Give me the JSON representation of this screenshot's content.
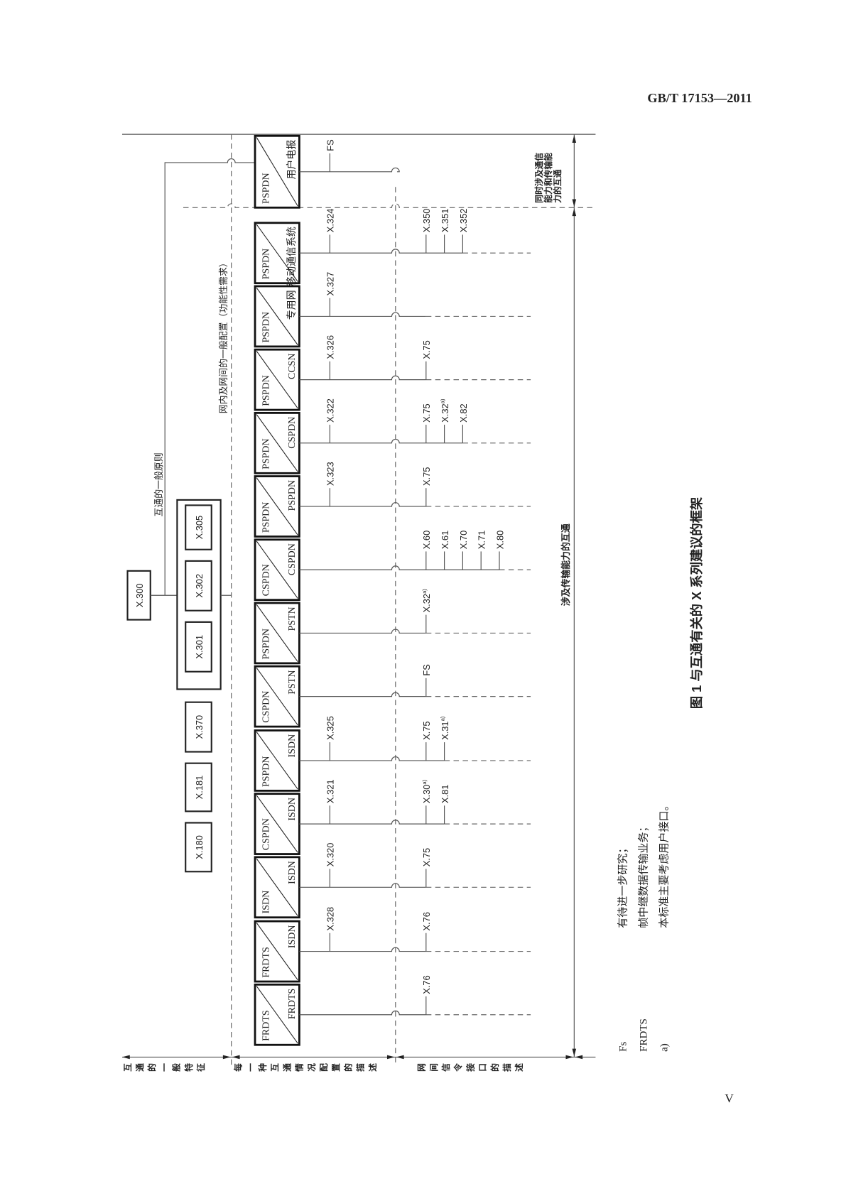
{
  "header": {
    "standard_no": "GB/T 17153—2011"
  },
  "diagram": {
    "general_principles_label": "互通的一般原则",
    "config_label": "网内及网间的一般配置（功能性需求）",
    "transmission_label": "涉及传输能力的互通",
    "comm_transmission_label": [
      "同时涉及通信",
      "能力和传输能",
      "力的互通"
    ],
    "top_box": "X.300",
    "group_boxes": [
      "X.305",
      "X.302",
      "X.301"
    ],
    "standalone_boxes": [
      "X.370",
      "X.181",
      "X.180"
    ],
    "row_labels": [
      "互通的一般特征",
      "每一种互通情况配置的描述",
      "网间信令接口的描述"
    ],
    "pairs": [
      {
        "a": "PSPDN",
        "b": "用户电报",
        "upper": [
          "FS"
        ],
        "lower": []
      },
      {
        "a": "PSPDN",
        "b": "移动通信系统",
        "upper": [
          "X.324"
        ],
        "lower": [
          {
            "t": "X.350",
            "sup": ""
          },
          {
            "t": "X.351",
            "sup": ""
          },
          {
            "t": "X.352",
            "sup": ""
          }
        ]
      },
      {
        "a": "PSPDN",
        "b": "专用网",
        "upper": [
          "X.327"
        ],
        "lower": []
      },
      {
        "a": "PSPDN",
        "b": "CCSN",
        "upper": [
          "X.326"
        ],
        "lower": [
          {
            "t": "X.75",
            "sup": ""
          }
        ]
      },
      {
        "a": "PSPDN",
        "b": "CSPDN",
        "upper": [
          "X.322"
        ],
        "lower": [
          {
            "t": "X.75",
            "sup": ""
          },
          {
            "t": "X.32",
            "sup": "a)"
          },
          {
            "t": "X.82",
            "sup": ""
          }
        ]
      },
      {
        "a": "PSPDN",
        "b": "PSPDN",
        "upper": [
          "X.323"
        ],
        "lower": [
          {
            "t": "X.75",
            "sup": ""
          }
        ]
      },
      {
        "a": "CSPDN",
        "b": "CSPDN",
        "upper": [],
        "lower": [
          {
            "t": "X.60",
            "sup": ""
          },
          {
            "t": "X.61",
            "sup": ""
          },
          {
            "t": "X.70",
            "sup": ""
          },
          {
            "t": "X.71",
            "sup": ""
          },
          {
            "t": "X.80",
            "sup": ""
          }
        ]
      },
      {
        "a": "PSPDN",
        "b": "PSTN",
        "upper": [],
        "lower": [
          {
            "t": "X.32",
            "sup": "a)"
          }
        ]
      },
      {
        "a": "CSPDN",
        "b": "PSTN",
        "upper": [],
        "lower": [
          {
            "t": "FS",
            "sup": ""
          }
        ]
      },
      {
        "a": "PSPDN",
        "b": "ISDN",
        "upper": [
          "X.325"
        ],
        "lower": [
          {
            "t": "X.75",
            "sup": ""
          },
          {
            "t": "X.31",
            "sup": "a)"
          }
        ]
      },
      {
        "a": "CSPDN",
        "b": "ISDN",
        "upper": [
          "X.321"
        ],
        "lower": [
          {
            "t": "X.30",
            "sup": "a)"
          },
          {
            "t": "X.81",
            "sup": ""
          }
        ]
      },
      {
        "a": "ISDN",
        "b": "ISDN",
        "upper": [
          "X.320"
        ],
        "lower": [
          {
            "t": "X.75",
            "sup": ""
          }
        ]
      },
      {
        "a": "FRDTS",
        "b": "ISDN",
        "upper": [
          "X.328"
        ],
        "lower": [
          {
            "t": "X.76",
            "sup": ""
          }
        ]
      },
      {
        "a": "FRDTS",
        "b": "FRDTS",
        "upper": [],
        "lower": [
          {
            "t": "X.76",
            "sup": ""
          }
        ]
      }
    ]
  },
  "notes": [
    {
      "term": "Fs",
      "def": "有待进一步研究；"
    },
    {
      "term": "FRDTS",
      "def": "帧中继数据传输业务；"
    },
    {
      "term": "a)",
      "def": "本标准主要考虑用户接口。"
    }
  ],
  "caption": "图 1    与互通有关的 X 系列建议的框架",
  "page_number": "V"
}
